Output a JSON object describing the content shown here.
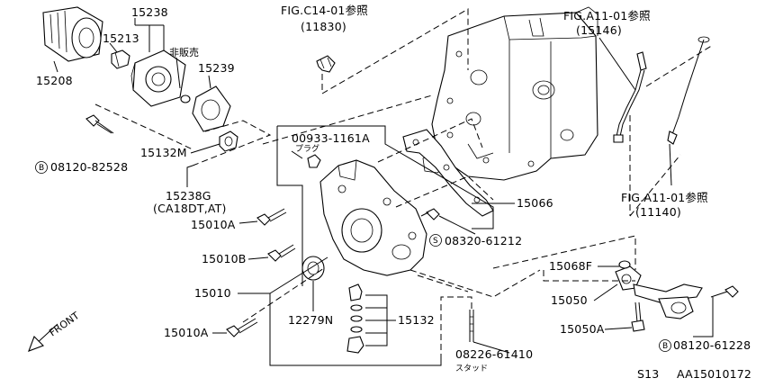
{
  "diagram": {
    "parts": {
      "p15208": "15208",
      "p15238": "15238",
      "p15213": "15213",
      "p_hihanbai": "非販売",
      "p15239": "15239",
      "p15132m": "15132M",
      "p08120_82528": "08120-82528",
      "p15238g": "15238G",
      "p15238g_sub": "(CA18DT,AT)",
      "p00933": "00933-1161A",
      "p00933_sub": "プラグ",
      "p15010a_top": "15010A",
      "p15010b": "15010B",
      "p15010": "15010",
      "p15010a_bottom": "15010A",
      "p12279n": "12279N",
      "p15132": "15132",
      "p08226": "08226-61410",
      "p08226_sub": "スタッド",
      "p08320": "08320-61212",
      "p15066": "15066",
      "p15068f": "15068F",
      "p15050": "15050",
      "p15050a": "15050A",
      "p08120_61228": "08120-61228"
    },
    "refs": {
      "fig_c14": "FIG.C14-01参照",
      "fig_c14_num": "(11830)",
      "fig_a11_top": "FIG.A11-01参照",
      "fig_a11_top_num": "(15146)",
      "fig_a11_right": "FIG.A11-01参照",
      "fig_a11_right_num": "(11140)"
    },
    "markers": {
      "b": "B",
      "s": "S"
    },
    "front_label": "FRONT",
    "page_code": "S13",
    "diagram_code": "AA15010172"
  }
}
